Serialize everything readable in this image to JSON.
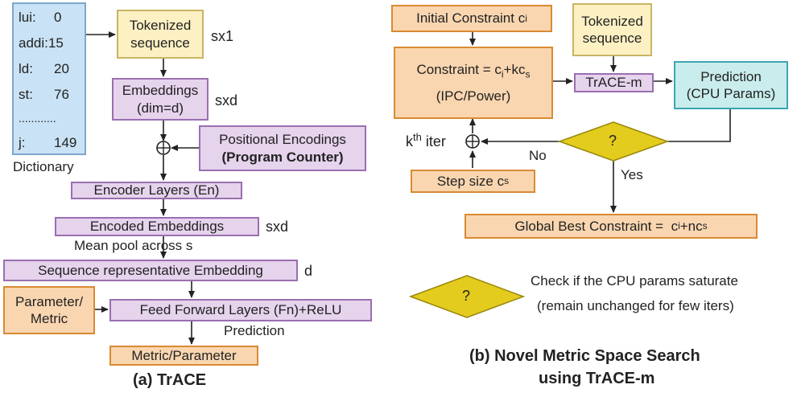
{
  "panel_a": {
    "caption": "(a) TrACE",
    "dictionary": {
      "label": "Dictionary",
      "rows": [
        {
          "key": "lui:",
          "value": "0"
        },
        {
          "key": "addi:",
          "value": "15"
        },
        {
          "key": "ld:",
          "value": "20"
        },
        {
          "key": "st:",
          "value": "76"
        },
        {
          "key": "............",
          "value": ""
        },
        {
          "key": "j:",
          "value": "149"
        }
      ]
    },
    "tokenized": {
      "line1": "Tokenized",
      "line2": "sequence",
      "dim": "sx1"
    },
    "embeddings": {
      "line1": "Embeddings",
      "line2": "(dim=d)",
      "dim": "sxd"
    },
    "positional": {
      "line1": "Positional Encodings",
      "line2": "(Program Counter)"
    },
    "encoder_layers": "Encoder Layers (En)",
    "encoded_embeddings": {
      "text": "Encoded Embeddings",
      "dim": "sxd"
    },
    "mean_pool": "Mean pool across s",
    "seq_rep": {
      "text": "Sequence representative Embedding",
      "dim": "d"
    },
    "param_metric": {
      "line1": "Parameter/",
      "line2": "Metric"
    },
    "feed_forward": "Feed Forward Layers (Fn)+ReLU",
    "prediction_label": "Prediction",
    "output": "Metric/Parameter"
  },
  "panel_b": {
    "caption_line1": "(b) Novel Metric Space Search",
    "caption_line2": "using TrACE-m",
    "initial_constraint": {
      "text": "Initial Constraint c",
      "sub": "i"
    },
    "tokenized": {
      "line1": "Tokenized",
      "line2": "sequence"
    },
    "constraint": {
      "pre": "Constraint = c",
      "sub1": "i",
      "mid": "+kc",
      "sub2": "s",
      "line2": "(IPC/Power)"
    },
    "trace_m": "TrACE-m",
    "prediction": {
      "line1": "Prediction",
      "line2": "(CPU Params)"
    },
    "decision": "?",
    "no_label": "No",
    "yes_label": "Yes",
    "kth_iter": {
      "k": "k",
      "sup": "th",
      "rest": "iter"
    },
    "step_size": {
      "text": "Step size c",
      "sub": "s"
    },
    "global_best": {
      "pre": "Global Best Constraint = ",
      "c": "c",
      "sub1": "i",
      "mid": "+nc",
      "sub2": "s"
    },
    "legend_symbol": "?",
    "legend_line1": "Check if the CPU params saturate",
    "legend_line2": "(remain unchanged for few iters)"
  },
  "colors": {
    "purple_fill": "#e6d3ec",
    "purple_border": "#9a6fb0",
    "yellow_fill": "#fdf1c3",
    "orange_fill": "#f9d6b0",
    "teal_fill": "#c9ecec",
    "dictionary_fill": "#c9e2f5",
    "diamond_fill": "#e3cc1d"
  }
}
